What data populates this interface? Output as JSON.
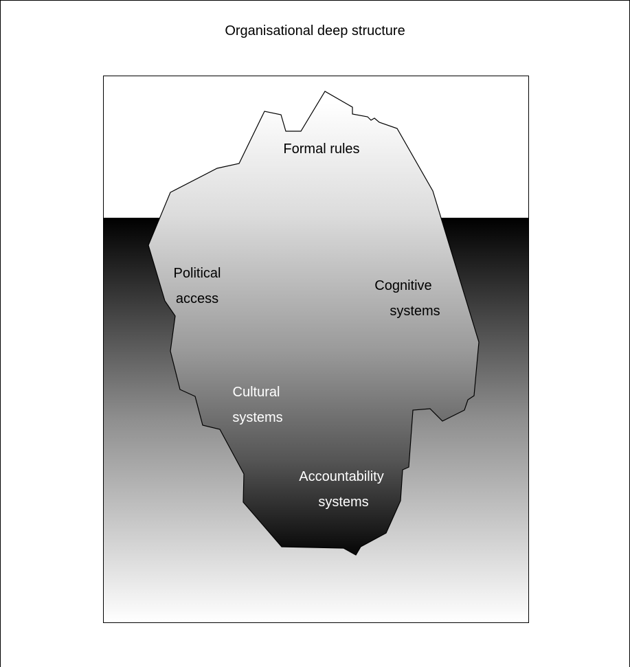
{
  "title": "Organisational deep structure",
  "labels": {
    "formal_rules": "Formal rules",
    "political_access_1": "Political",
    "political_access_2": "access",
    "cognitive_systems_1": "Cognitive",
    "cognitive_systems_2": "systems",
    "cultural_systems_1": "Cultural",
    "cultural_systems_2": "systems",
    "accountability_systems_1": "Accountability",
    "accountability_systems_2": "systems"
  }
}
